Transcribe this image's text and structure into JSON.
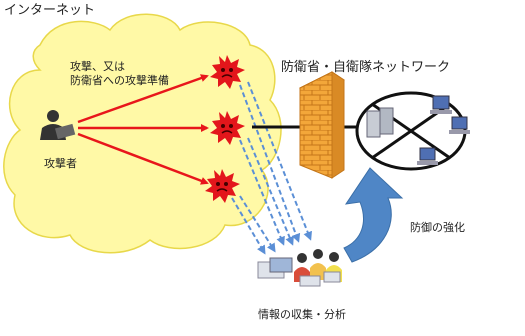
{
  "internet_label": "インターネット",
  "cloud_text_line1": "攻撃、又は",
  "cloud_text_line2": "防衛省への攻撃準備",
  "attacker_label": "攻撃者",
  "network_title": "防衛省・自衛隊ネットワーク",
  "defense_label": "防御の強化",
  "analysis_label": "情報の収集・分析",
  "colors": {
    "cloud_fill": "#fff9a6",
    "attack_arrow": "#e8161b",
    "dashed_arrow": "#5b8fd6",
    "firewall_brick": "#f3a73a",
    "curved_arrow": "#4f86c6",
    "virus_red": "#e3161b"
  }
}
